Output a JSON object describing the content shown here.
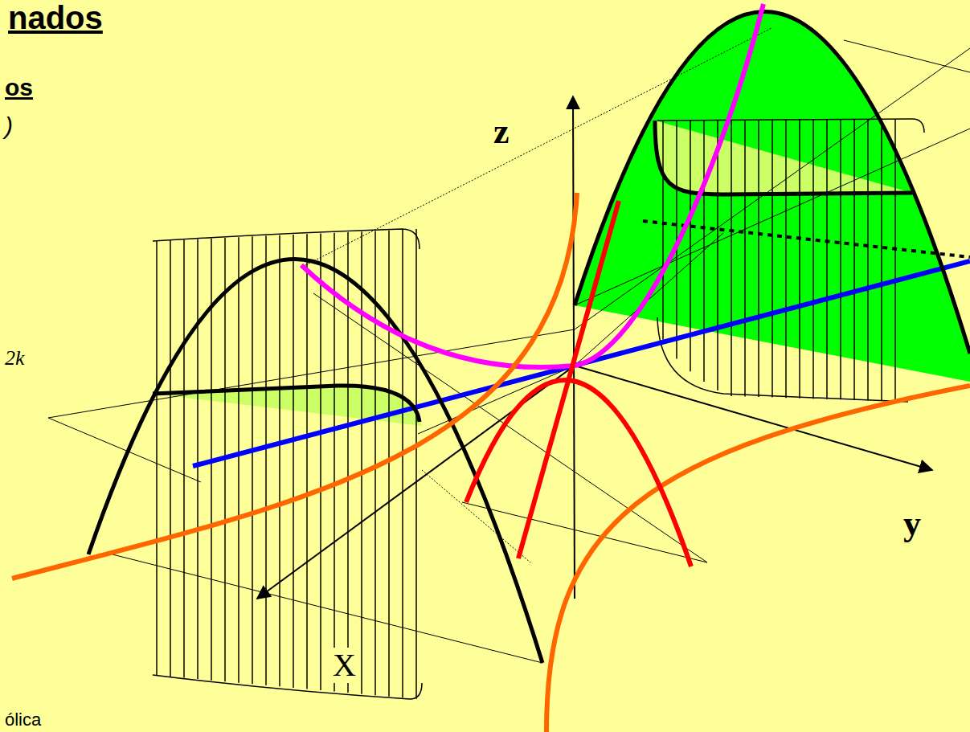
{
  "diagram": {
    "title": "nados",
    "labels": [
      "os",
      ")",
      "2k",
      "z",
      "y",
      "X",
      "ólica"
    ]
  }
}
